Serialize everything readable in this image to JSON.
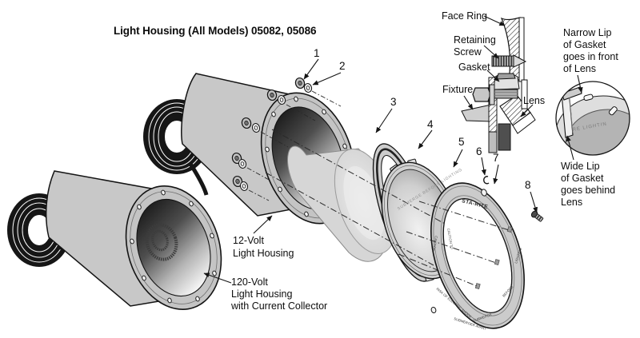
{
  "title": "Light Housing (All Models) 05082, 05086",
  "part_numbers": [
    "1",
    "2",
    "3",
    "4",
    "5",
    "6",
    "7",
    "8"
  ],
  "labels": {
    "face_ring": "Face Ring",
    "retaining_screw": "Retaining\nScrew",
    "gasket": "Gasket",
    "fixture": "Fixture",
    "lens": "Lens",
    "narrow_lip": "Narrow Lip\nof Gasket\ngoes in front\nof Lens",
    "wide_lip": "Wide Lip\nof Gasket\ngoes behind\nLens",
    "housing_12v": "12-Volt\nLight Housing",
    "housing_120v": "120-Volt\nLight Housing\nwith Current Collector"
  },
  "embossed": {
    "brand": "STA-RITE",
    "lens_arc": "SUBMERGE BEFORE LIGHTING",
    "lens_rim": "CAUTION TO",
    "ring_left": "CAUTION",
    "ring_bottom_left": "RISK OF ELECTRIC SHOCK",
    "ring_bottom": "SUBMERGER AVANT",
    "ring_right_low": "SUBMERGE",
    "ring_right_mid": "BEFORE",
    "ring_right_high": "LIGHTING",
    "detail_arc": "RE LIGHTIN"
  },
  "colors": {
    "ink": "#141414",
    "body_gray": "#c8c8c8",
    "flange_gray": "#c4c4c4",
    "cord_black": "#161616",
    "background": "#ffffff"
  }
}
